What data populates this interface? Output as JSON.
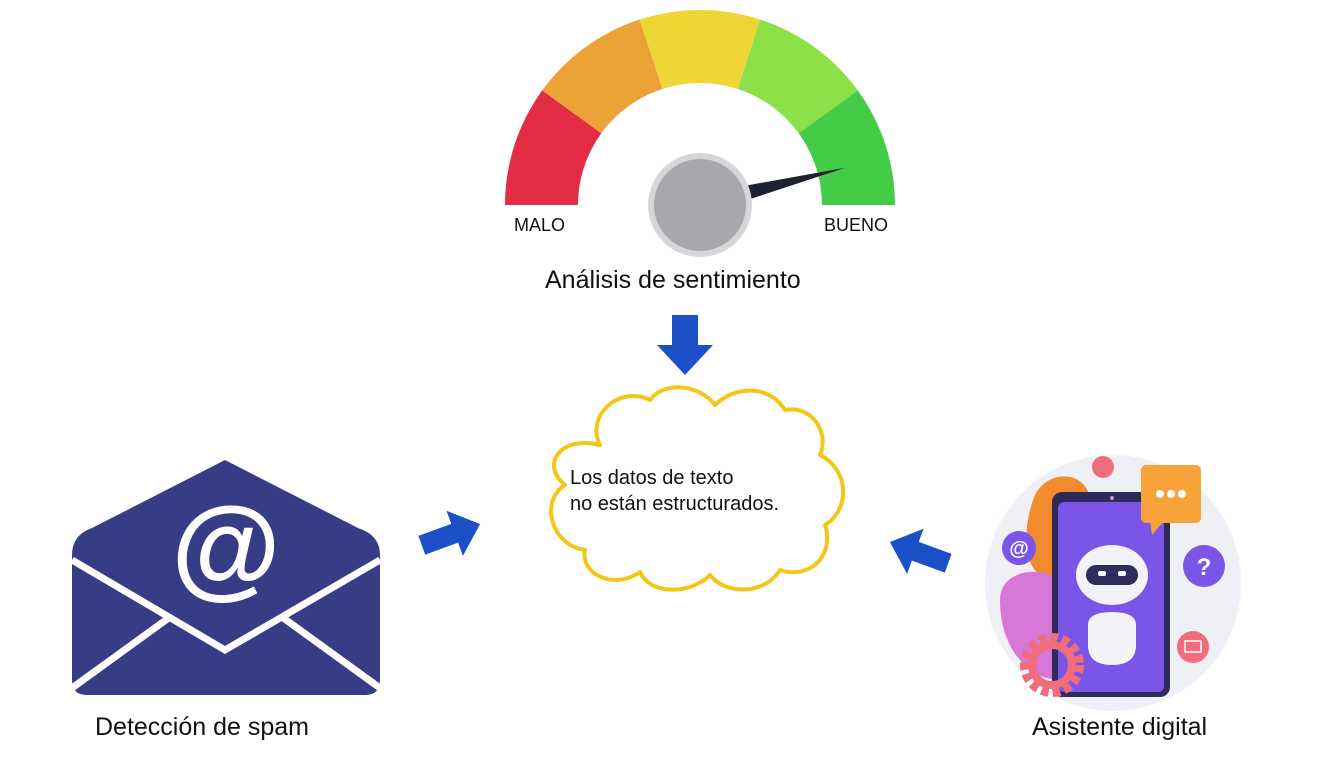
{
  "sentiment": {
    "title": "Análisis de sentimiento",
    "left_label": "MALO",
    "right_label": "BUENO",
    "segment_colors": [
      "#e42c44",
      "#eba236",
      "#eed637",
      "#8ce04a",
      "#44cc46"
    ],
    "needle_level": 0.92
  },
  "center": {
    "line1": "Los datos de texto",
    "line2": "no están estructurados."
  },
  "spam": {
    "label": "Detección de spam",
    "icon": "email-at-envelope-icon",
    "color": "#363c86"
  },
  "assistant": {
    "label": "Asistente digital",
    "icon": "chatbot-phone-icon"
  },
  "colors": {
    "arrow": "#1b50c9",
    "cloud": "#f5c518"
  }
}
